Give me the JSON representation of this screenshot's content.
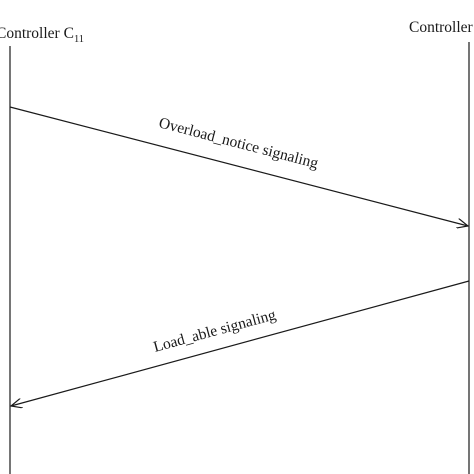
{
  "participants": {
    "left": {
      "name": "Controller C",
      "subscript": "11"
    },
    "right": {
      "name": "Controller"
    }
  },
  "messages": [
    {
      "label": "Overload_notice signaling",
      "direction": "left-to-right"
    },
    {
      "label": "Load_able signaling",
      "direction": "right-to-left"
    }
  ],
  "colors": {
    "line": "#1a1a1a",
    "text": "#1a1a1a",
    "background": "#ffffff"
  }
}
